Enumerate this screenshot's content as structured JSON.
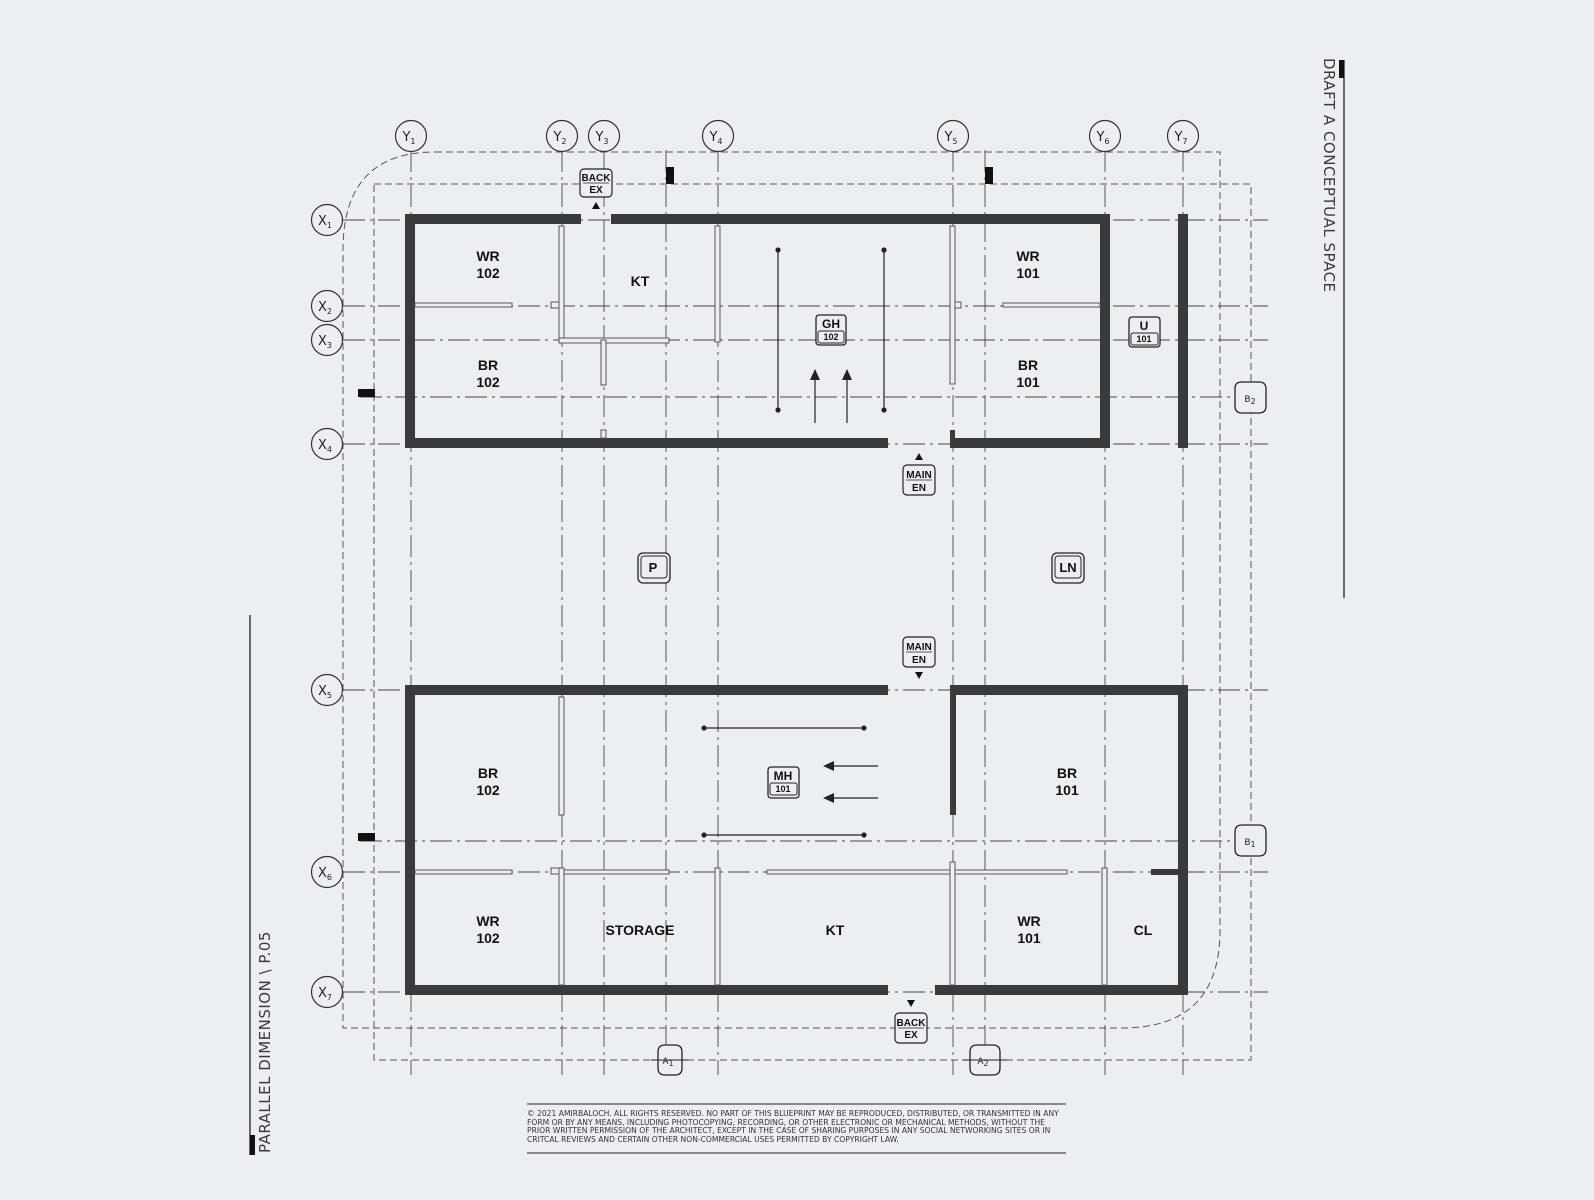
{
  "titles": {
    "right": "DRAFT A CONCEPTUAL SPACE",
    "left": "PARALLEL DIMENSION \\ P.05"
  },
  "copyright": "© 2021 AMIRBALOCH. ALL RIGHTS RESERVED. NO PART OF THIS BLUEPRINT MAY BE REPRODUCED, DISTRIBUTED, OR TRANSMITTED IN ANY FORM OR BY ANY MEANS, INCLUDING PHOTOCOPYING, RECORDING, OR OTHER ELECTRONIC OR MECHANICAL METHODS, WITHOUT THE PRIOR WRITTEN PERMISSION OF THE ARCHITECT, EXCEPT IN THE CASE OF SHARING PURPOSES IN ANY SOCIAL NETWORKING SITES OR IN CRITCAL REVIEWS AND CERTAIN OTHER NON-COMMERCIAL USES PERMITTED BY COPYRIGHT LAW.",
  "grid": {
    "columns": [
      {
        "letter": "Y",
        "sub": "1"
      },
      {
        "letter": "Y",
        "sub": "2"
      },
      {
        "letter": "Y",
        "sub": "3"
      },
      {
        "letter": "Y",
        "sub": "4"
      },
      {
        "letter": "Y",
        "sub": "5"
      },
      {
        "letter": "Y",
        "sub": "6"
      },
      {
        "letter": "Y",
        "sub": "7"
      }
    ],
    "rows": [
      {
        "letter": "X",
        "sub": "1"
      },
      {
        "letter": "X",
        "sub": "2"
      },
      {
        "letter": "X",
        "sub": "3"
      },
      {
        "letter": "X",
        "sub": "4"
      },
      {
        "letter": "X",
        "sub": "5"
      },
      {
        "letter": "X",
        "sub": "6"
      },
      {
        "letter": "X",
        "sub": "7"
      }
    ]
  },
  "section_markers": {
    "a1": {
      "letter": "A",
      "sub": "1"
    },
    "a2": {
      "letter": "A",
      "sub": "2"
    },
    "b1": {
      "letter": "B",
      "sub": "1"
    },
    "b2": {
      "letter": "B",
      "sub": "2"
    }
  },
  "upper_block": {
    "wr102": {
      "name": "WR",
      "num": "102"
    },
    "kt": {
      "name": "KT"
    },
    "wr101": {
      "name": "WR",
      "num": "101"
    },
    "br102": {
      "name": "BR",
      "num": "102"
    },
    "br101": {
      "name": "BR",
      "num": "101"
    },
    "gh": {
      "name": "GH",
      "num": "102"
    },
    "utility": {
      "name": "U",
      "num": "101"
    }
  },
  "lower_block": {
    "br102": {
      "name": "BR",
      "num": "102"
    },
    "br101": {
      "name": "BR",
      "num": "101"
    },
    "mh": {
      "name": "MH",
      "num": "101"
    },
    "wr102": {
      "name": "WR",
      "num": "102"
    },
    "storage": {
      "name": "STORAGE"
    },
    "kt": {
      "name": "KT"
    },
    "wr101": {
      "name": "WR",
      "num": "101"
    },
    "cl": {
      "name": "CL"
    }
  },
  "outdoor": {
    "parking": "P",
    "lawn": "LN"
  },
  "entries": {
    "back_ex_top": {
      "line1": "BACK",
      "line2": "EX"
    },
    "main_en_upper": {
      "line1": "MAIN",
      "line2": "EN"
    },
    "main_en_lower": {
      "line1": "MAIN",
      "line2": "EN"
    },
    "back_ex_bottom": {
      "line1": "BACK",
      "line2": "EX"
    }
  }
}
